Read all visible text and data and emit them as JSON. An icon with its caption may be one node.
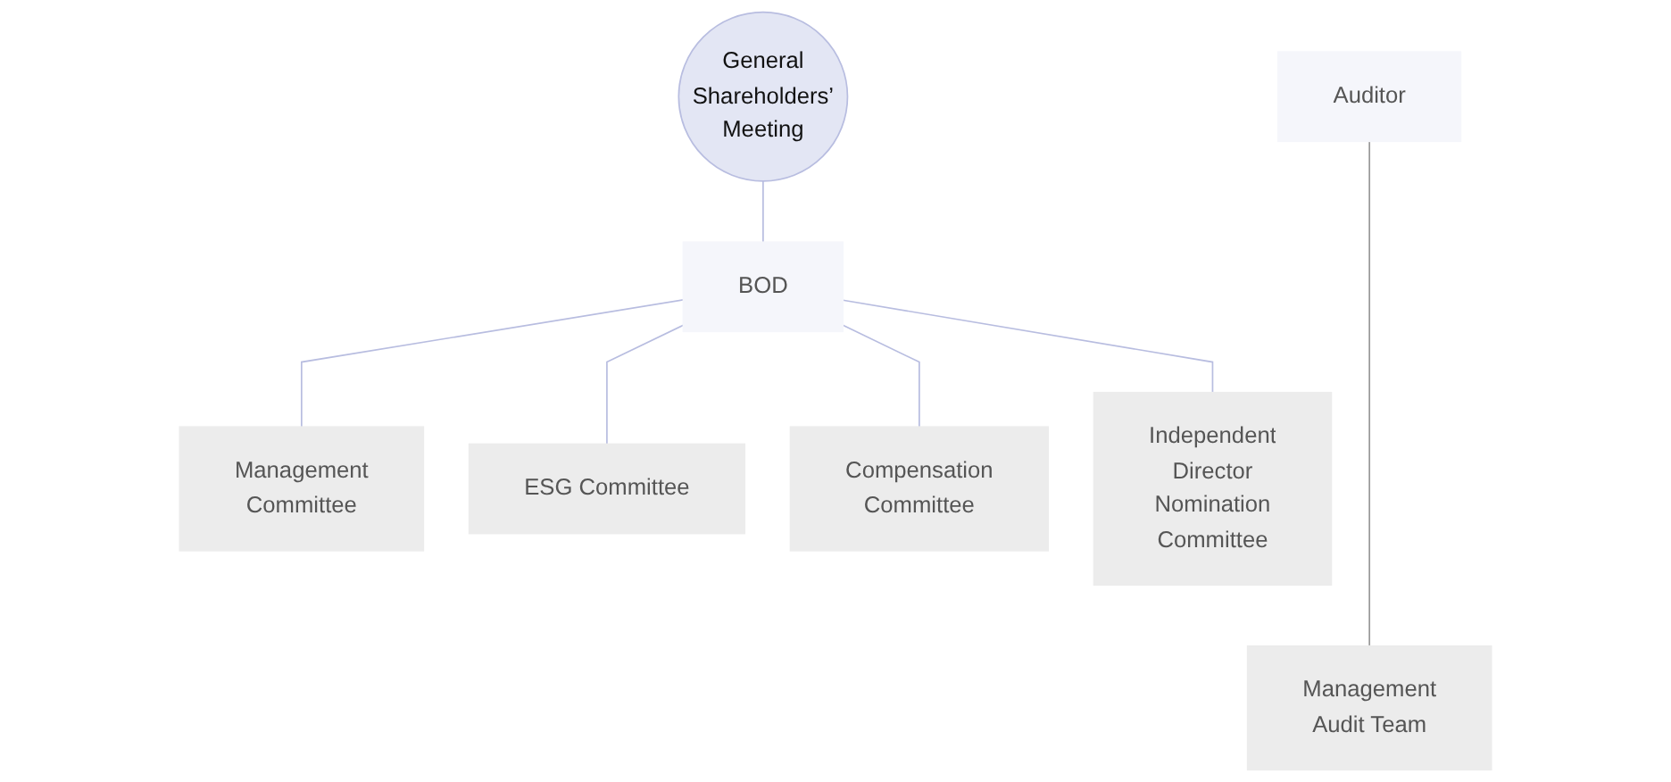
{
  "diagram": {
    "nodes": [
      {
        "text": [
          "General Shareholders’ Meeting"
        ]
      },
      {
        "text": [
          "BOD"
        ]
      },
      {
        "text": [
          "Management Committee"
        ]
      },
      {
        "text": [
          "ESG Committee"
        ]
      },
      {
        "text": [
          "Compensation Committee"
        ]
      },
      {
        "text": [
          "Independent Director Nomination Committee"
        ]
      },
      {
        "text": [
          "Auditor"
        ]
      },
      {
        "text": [
          "Management Audit Team"
        ]
      }
    ],
    "edges": [
      {
        "from": 0,
        "to": 1,
        "arrow": "none"
      },
      {
        "from": 1,
        "to": 2,
        "arrow": "none"
      },
      {
        "from": 1,
        "to": 3,
        "arrow": "none"
      },
      {
        "from": 1,
        "to": 4,
        "arrow": "none"
      },
      {
        "from": 1,
        "to": 5,
        "arrow": "none"
      },
      {
        "from": 6,
        "to": 7,
        "arrow": "none",
        "color": "#999999"
      }
    ]
  }
}
